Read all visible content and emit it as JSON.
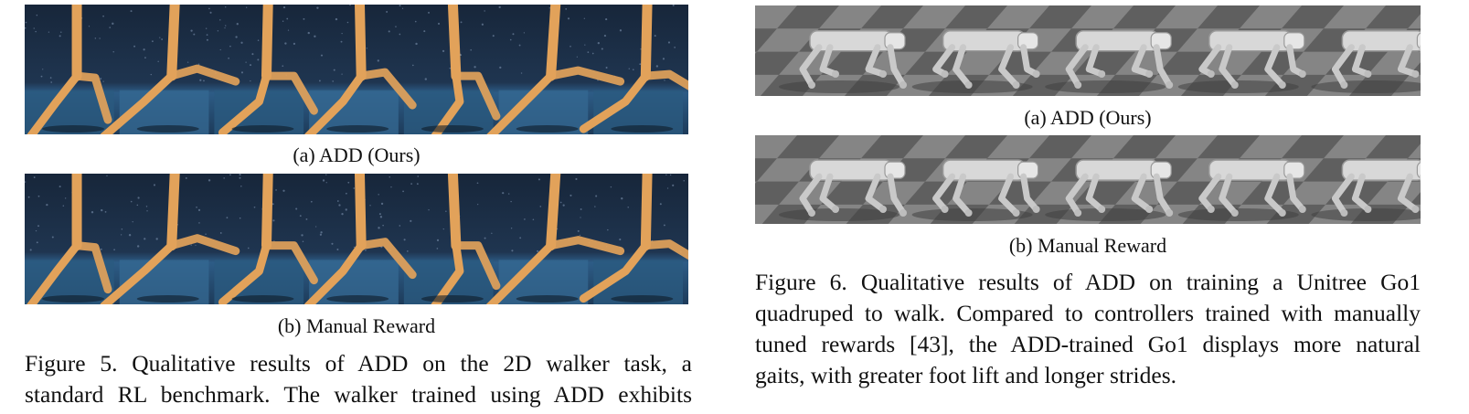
{
  "left_figure": {
    "panel_a_caption": "(a) ADD (Ours)",
    "panel_b_caption": "(b) Manual Reward",
    "caption_lines": [
      "Figure 5.  Qualitative results of ADD on the 2D walker task, a",
      "standard RL benchmark. The walker trained using ADD exhibits"
    ],
    "frames_per_strip": 7
  },
  "right_figure": {
    "panel_a_caption": "(a) ADD (Ours)",
    "panel_b_caption": "(b) Manual Reward",
    "caption_lines": [
      "Figure 6.  Qualitative results of ADD on training a Unitree Go1",
      "quadruped to walk. Compared to controllers trained with manually",
      "tuned rewards [43], the ADD-trained Go1 displays more natural",
      "gaits, with greater foot lift and longer strides."
    ],
    "frames_per_strip": 5
  },
  "colors": {
    "walker_body": "#e2a25a",
    "walker_bg_top": "#17263a",
    "walker_floor": "#2d5c86",
    "quad_body": "#d8d8d8",
    "checker_light": "#8c8c8c",
    "checker_dark": "#5f5f5f"
  }
}
